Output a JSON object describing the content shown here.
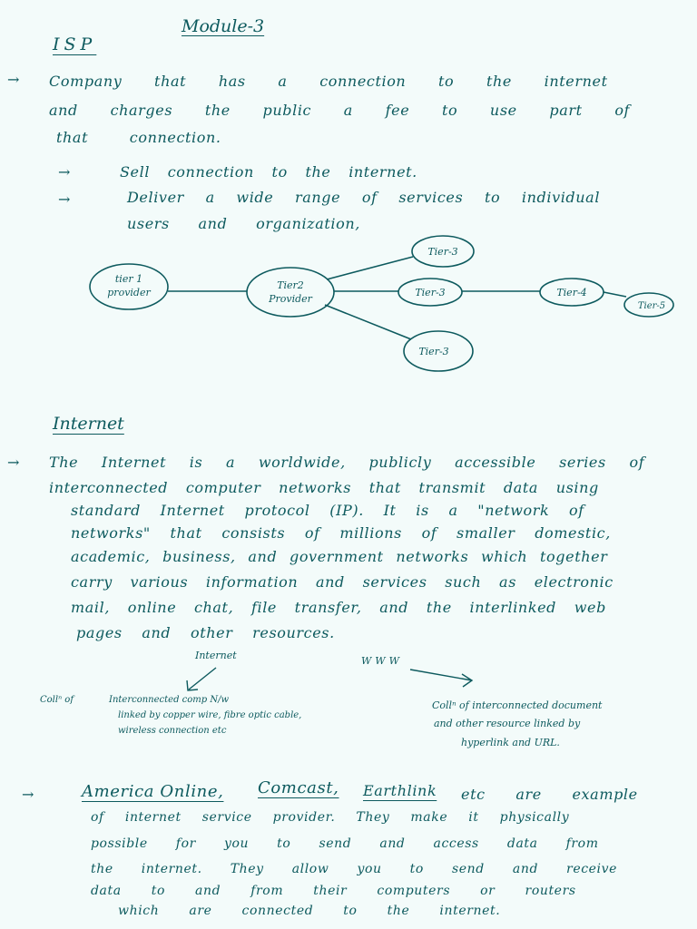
{
  "title": "Module-3",
  "isp": {
    "heading": "ISP",
    "bullet_marker": "→",
    "definition_lines": [
      "Company that has a connection to the internet",
      "and charges the public a fee to use part of",
      "that connection."
    ],
    "sub_marker": "→",
    "points": [
      "Sell connection to the internet.",
      "Deliver a wide range of services to individual"
    ],
    "points_cont": "users and organization,"
  },
  "diagram": {
    "nodes": {
      "tier1": [
        "tier 1",
        "provider"
      ],
      "tier2": [
        "Tier2",
        "Provider"
      ],
      "tier3_top": "Tier-3",
      "tier3_mid": "Tier-3",
      "tier3_bottom": "Tier-3",
      "tier4": "Tier-4",
      "tier5": "Tier-5"
    }
  },
  "internet": {
    "heading": "Internet",
    "bullet_marker": "→",
    "paragraph_lines": [
      "The Internet is a worldwide, publicly accessible series of",
      "interconnected computer networks that transmit data using",
      "standard Internet protocol (IP). It is a \"network of",
      "networks\" that consists of millions of smaller domestic,",
      "academic, business, and government networks which together",
      "carry various information and services such as electronic",
      "mail, online chat, file transfer, and the interlinked web",
      "pages and other resources."
    ],
    "internet_label": "Internet",
    "www_label": "WWW",
    "left_prefix": "Collⁿ of",
    "left_desc": [
      "Interconnected comp N/w",
      "linked by copper wire, fibre optic cable,",
      "wireless connection etc"
    ],
    "right_desc": [
      "Collⁿ of interconnected document",
      "and other resource linked by",
      "hyperlink and URL."
    ]
  },
  "examples": {
    "bullet_marker": "→",
    "names": [
      "America Online,",
      "Comcast,",
      "Earthlink"
    ],
    "line1_rest": "etc are example",
    "lines": [
      "of internet service provider. They make it physically",
      "possible for you to send and access data from",
      "the internet. They allow you to send and receive",
      "data to and from their computers or routers",
      "which are connected to the internet."
    ]
  }
}
